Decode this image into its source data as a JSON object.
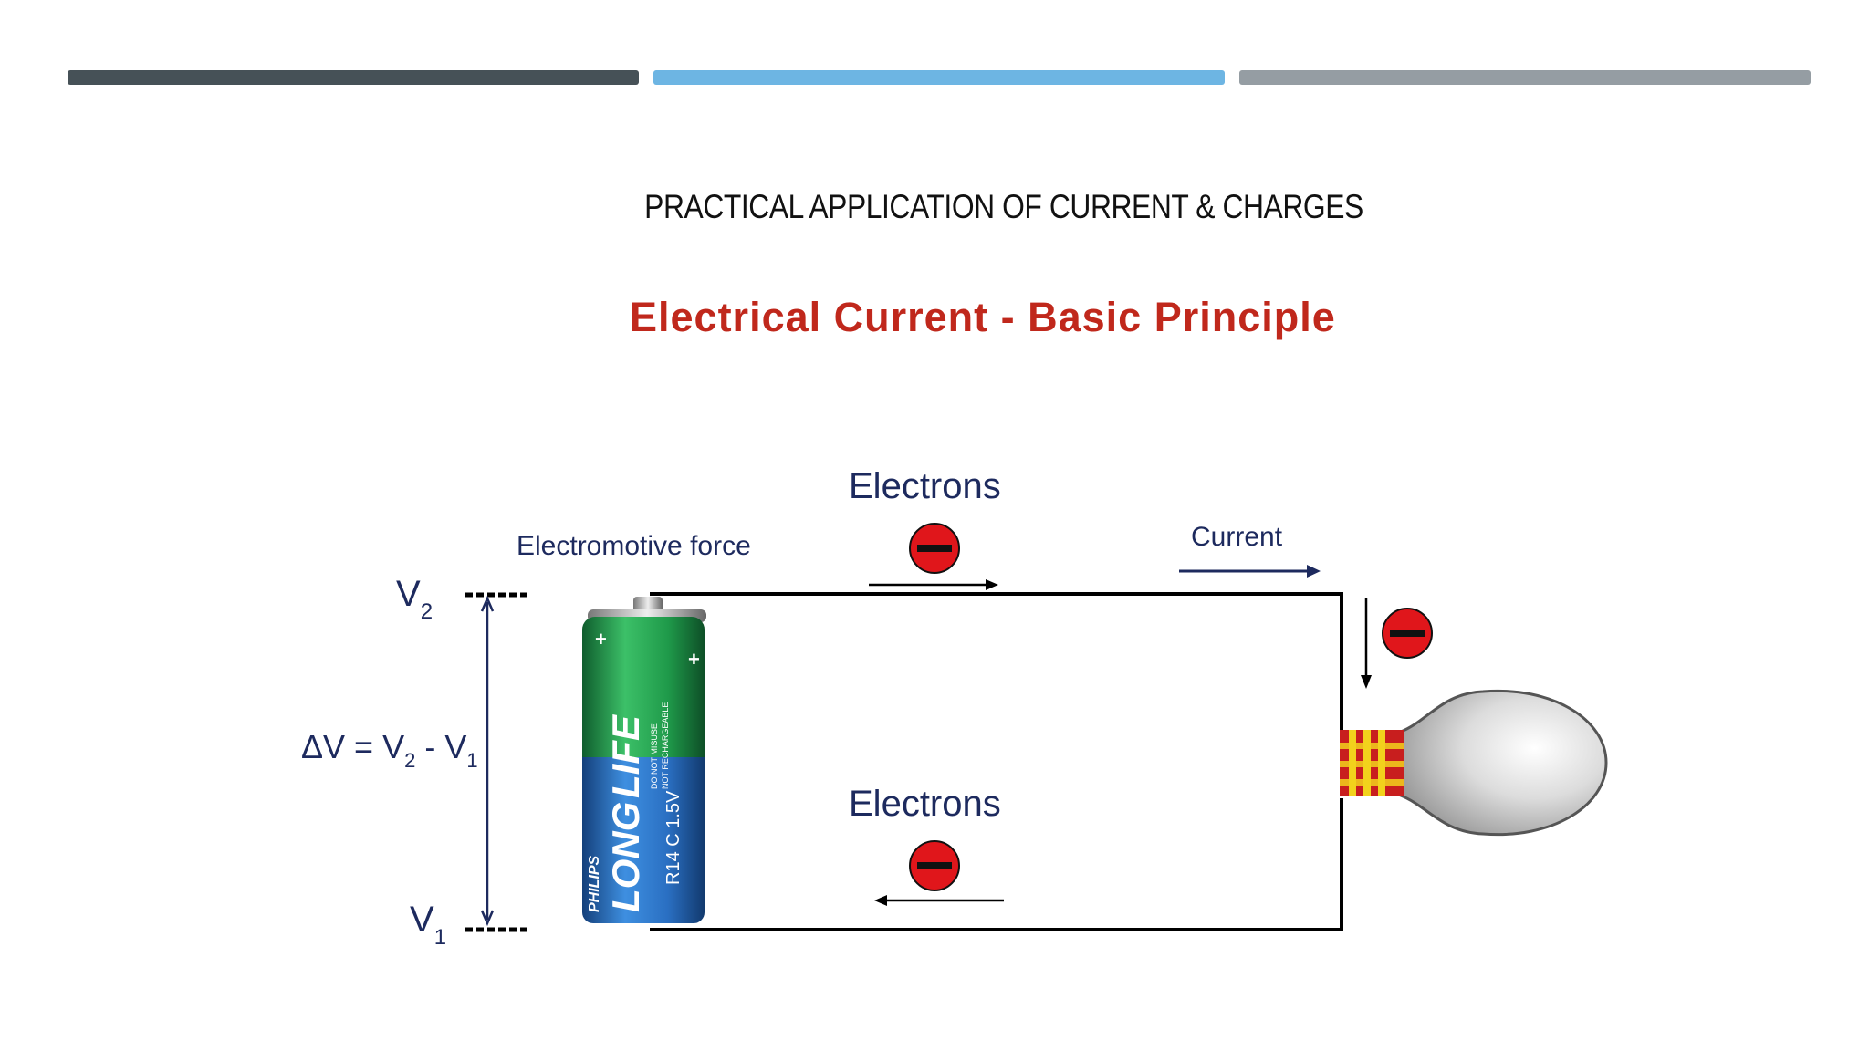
{
  "slide": {
    "title": "PRACTICAL  APPLICATION OF CURRENT & CHARGES",
    "bars": [
      {
        "color": "#465157"
      },
      {
        "color": "#6db5e3"
      },
      {
        "color": "#959da3"
      }
    ]
  },
  "diagram": {
    "title": "Electrical Current - Basic Principle",
    "title_color": "#c0281c",
    "label_color": "#1d2a5e",
    "electron_color": "#e0161b",
    "labels": {
      "electrons_top": "Electrons",
      "electrons_bottom": "Electrons",
      "emf": "Electromotive force",
      "current": "Current",
      "v2_base": "V",
      "v2_sub": "2",
      "v1_base": "V",
      "v1_sub": "1",
      "delta_v": "ΔV = V",
      "delta_v_sub1": "2",
      "delta_v_minus": " - V",
      "delta_v_sub2": "1"
    },
    "battery": {
      "brand": "PHILIPS",
      "line1": "LONG",
      "line2": "LIFE",
      "spec": "R14  C  1.5V",
      "warning1": "DO NOT MISUSE",
      "warning2": "NOT RECHARGEABLE",
      "colors": {
        "top": "#1f9a4a",
        "bottom": "#2a6fc2"
      }
    },
    "icons": [
      "electron-icon",
      "arrow-right-icon",
      "arrow-left-icon",
      "arrow-down-icon",
      "light-bulb-icon",
      "battery-icon"
    ]
  }
}
